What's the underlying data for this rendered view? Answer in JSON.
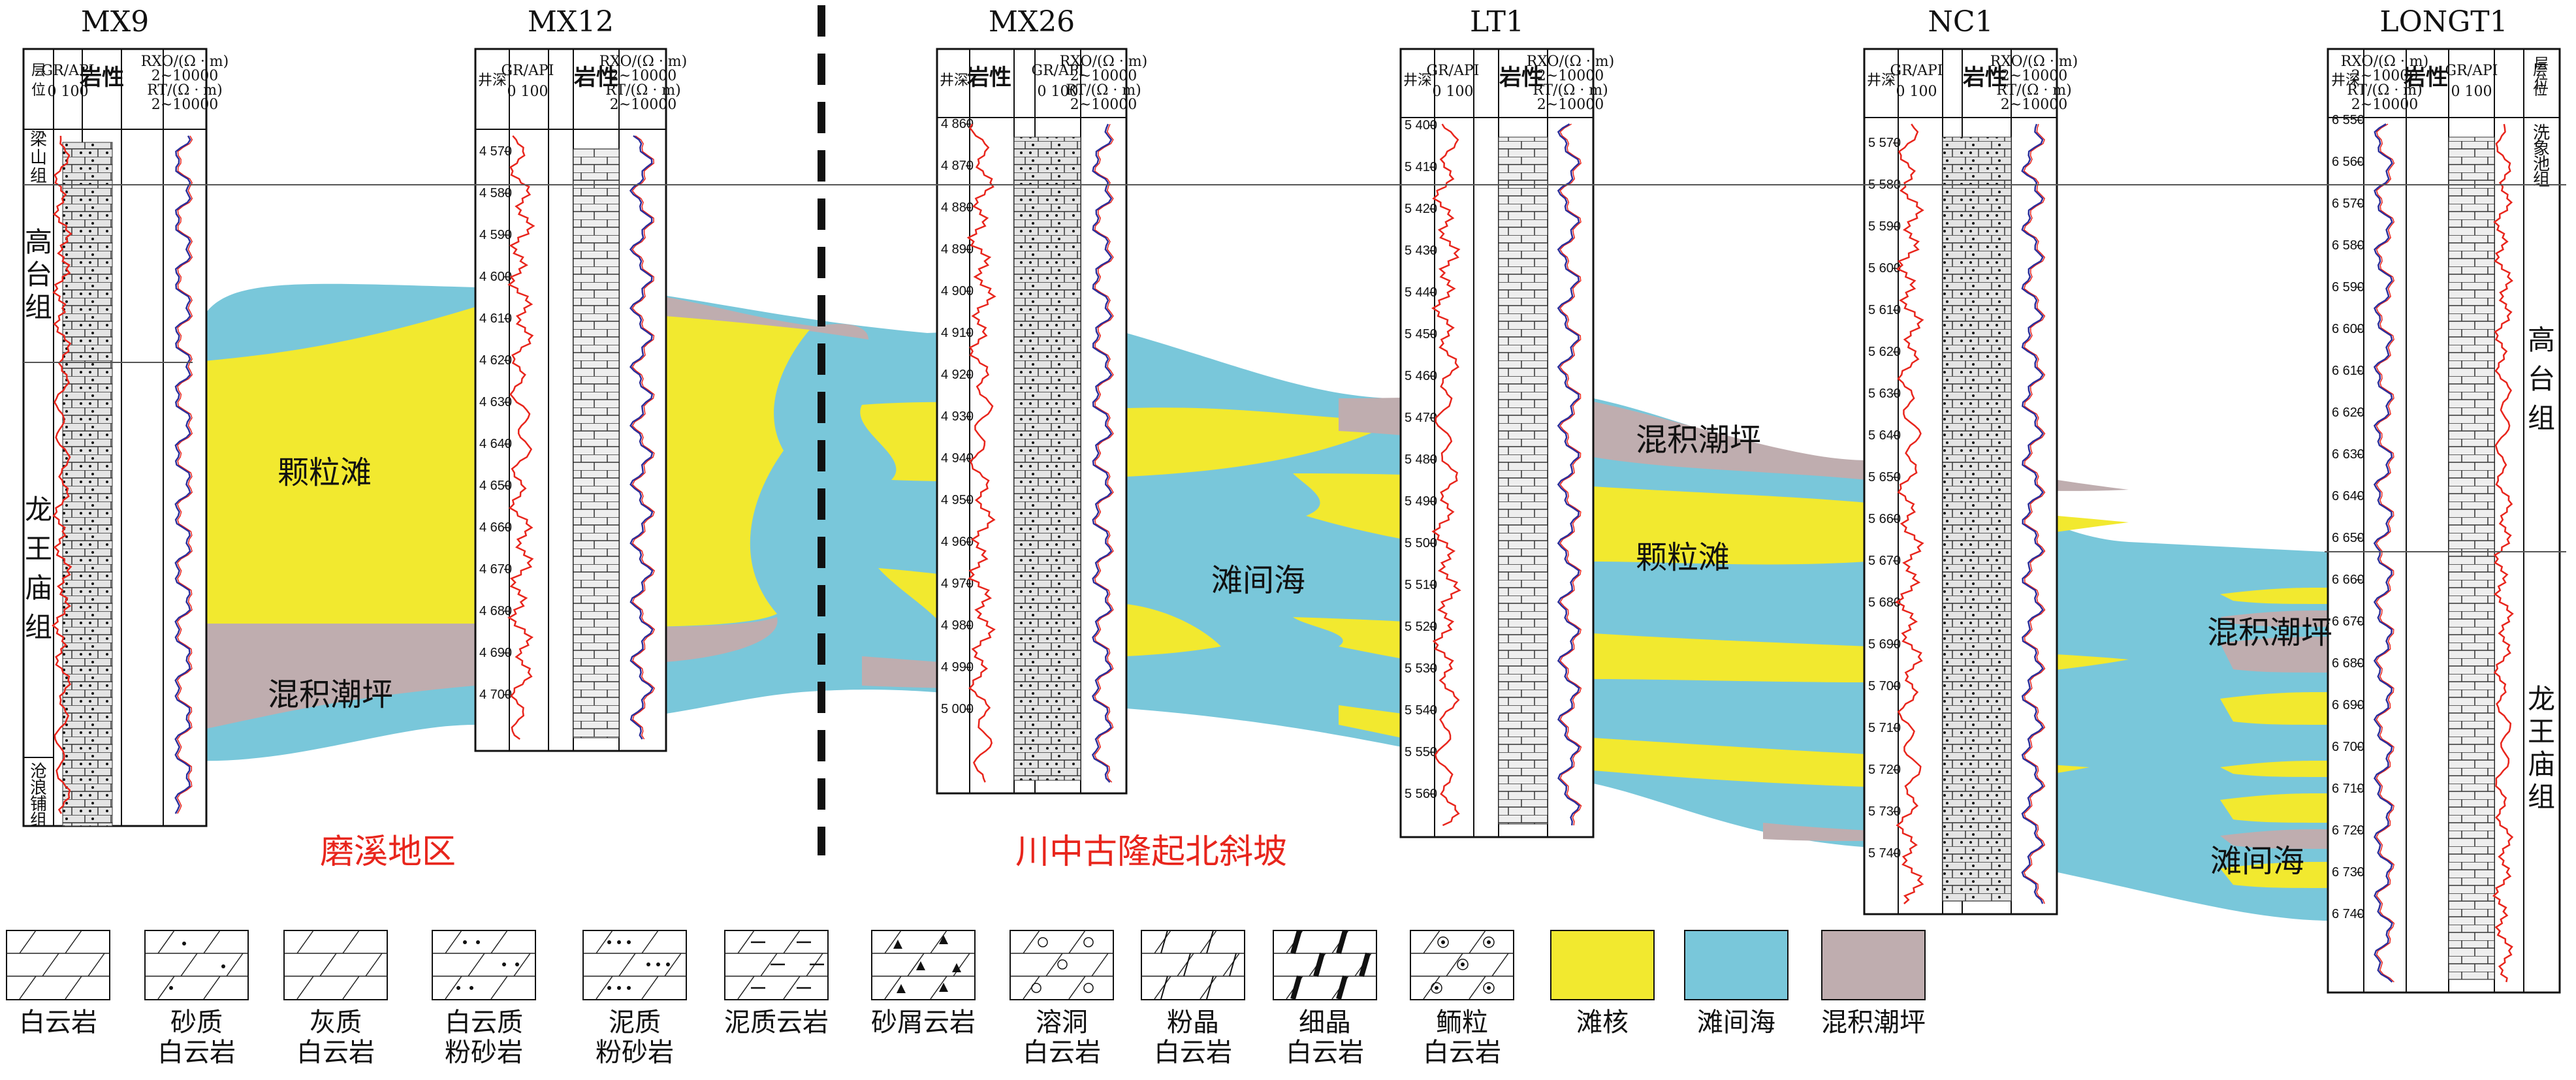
{
  "wells": [
    {
      "id": "MX9",
      "name": "MX9",
      "header": [
        "层位",
        "GR/API",
        "岩性",
        "RXO"
      ],
      "depths": []
    },
    {
      "id": "MX12",
      "name": "MX12",
      "header": [
        "井深",
        "GR/API",
        "岩性",
        "RXO"
      ],
      "depths": [
        "4 570",
        "4 580",
        "4 590",
        "4 600",
        "4 610",
        "4 620",
        "4 630",
        "4 640",
        "4 650",
        "4 660",
        "4 670",
        "4 680",
        "4 690",
        "4 700"
      ]
    },
    {
      "id": "MX26",
      "name": "MX26",
      "header": [
        "井深",
        "岩性",
        "GR/API",
        "RXO"
      ],
      "depths": [
        "4 860",
        "4 870",
        "4 880",
        "4 890",
        "4 900",
        "4 910",
        "4 920",
        "4 930",
        "4 940",
        "4 950",
        "4 960",
        "4 970",
        "4 980",
        "4 990",
        "5 000"
      ]
    },
    {
      "id": "LT1",
      "name": "LT1",
      "header": [
        "井深",
        "GR/API",
        "岩性",
        "RXO"
      ],
      "depths": [
        "5 400",
        "5 410",
        "5 420",
        "5 430",
        "5 440",
        "5 450",
        "5 460",
        "5 470",
        "5 480",
        "5 490",
        "5 500",
        "5 510",
        "5 520",
        "5 530",
        "5 540",
        "5 550",
        "5 560"
      ]
    },
    {
      "id": "NC1",
      "name": "NC1",
      "header": [
        "井深",
        "GR/API",
        "岩性",
        "RXO"
      ],
      "depths": [
        "5 570",
        "5 580",
        "5 590",
        "5 600",
        "5 610",
        "5 620",
        "5 630",
        "5 640",
        "5 650",
        "5 660",
        "5 670",
        "5 680",
        "5 690",
        "5 700",
        "5 710",
        "5 720",
        "5 730",
        "5 740"
      ]
    },
    {
      "id": "LONGT1",
      "name": "LONGT1",
      "header": [
        "井深",
        "RXO",
        "岩性",
        "GR/API",
        "层位"
      ],
      "depths": [
        "6 550",
        "6 560",
        "6 570",
        "6 580",
        "6 590",
        "6 600",
        "6 610",
        "6 620",
        "6 630",
        "6 640",
        "6 650",
        "6 660",
        "6 670",
        "6 680",
        "6 690",
        "6 700",
        "6 710",
        "6 720",
        "6 730",
        "6 740"
      ]
    }
  ],
  "header_labels": {
    "layer": "层位",
    "depth": "井深",
    "lith": "岩性",
    "gr": "GR/API",
    "gr_scale": "0   100",
    "rxo1": "RXO/(Ω · m)",
    "rxo2": "2~10000",
    "rxo3": "RT/(Ω · m)",
    "rxo4": "2~10000"
  },
  "formations": {
    "liangshan": "梁山组",
    "gaotai": "高台组",
    "longwangmiao": "龙王庙组",
    "canglangpu": "沧浪铺组",
    "xixiangchi": "洗象池组"
  },
  "facies_labels": {
    "mx9_grain": "颗粒滩",
    "mx9_mixed": "混积潮坪",
    "mx26_inter": "滩间海",
    "lt1_mixed": "混积潮坪",
    "lt1_grain": "颗粒滩",
    "longt1_mixed": "混积潮坪",
    "longt1_inter": "滩间海"
  },
  "regions": {
    "left": "磨溪地区",
    "right": "川中古隆起北斜坡"
  },
  "colors": {
    "shoal_core": "#f2e92f",
    "inter_shoal": "#79c7da",
    "mixed_flat": "#bfadaf",
    "gr_curve": "#e8251c",
    "rxo_curve": "#2b2f9b",
    "region_text": "#e8251c"
  },
  "legend": [
    {
      "id": "dolomite",
      "line1": "白云岩",
      "line2": "",
      "pattern": "plain"
    },
    {
      "id": "sandy-dolomite",
      "line1": "砂质",
      "line2": "白云岩",
      "pattern": "dot"
    },
    {
      "id": "calcareous-dolomite",
      "line1": "灰质",
      "line2": "白云岩",
      "pattern": "plain"
    },
    {
      "id": "dolomitic-siltstone",
      "line1": "白云质",
      "line2": "粉砂岩",
      "pattern": "dots2"
    },
    {
      "id": "argillaceous-siltstone",
      "line1": "泥质",
      "line2": "粉砂岩",
      "pattern": "dots3"
    },
    {
      "id": "argillaceous-dolomite",
      "line1": "泥质云岩",
      "line2": "",
      "pattern": "dash"
    },
    {
      "id": "debris-dolomite",
      "line1": "砂屑云岩",
      "line2": "",
      "pattern": "tri"
    },
    {
      "id": "vuggy-dolomite",
      "line1": "溶洞",
      "line2": "白云岩",
      "pattern": "circ"
    },
    {
      "id": "powder-crystal-dolomite",
      "line1": "粉晶",
      "line2": "白云岩",
      "pattern": "xtal"
    },
    {
      "id": "fine-crystal-dolomite",
      "line1": "细晶",
      "line2": "白云岩",
      "pattern": "fine"
    },
    {
      "id": "oolitic-dolomite",
      "line1": "鲕粒",
      "line2": "白云岩",
      "pattern": "oo"
    },
    {
      "id": "shoal-core",
      "line1": "滩核",
      "line2": "",
      "pattern": "yellow"
    },
    {
      "id": "inter-shoal-sea",
      "line1": "滩间海",
      "line2": "",
      "pattern": "blue"
    },
    {
      "id": "mixed-tidal-flat",
      "line1": "混积潮坪",
      "line2": "",
      "pattern": "gray"
    }
  ]
}
